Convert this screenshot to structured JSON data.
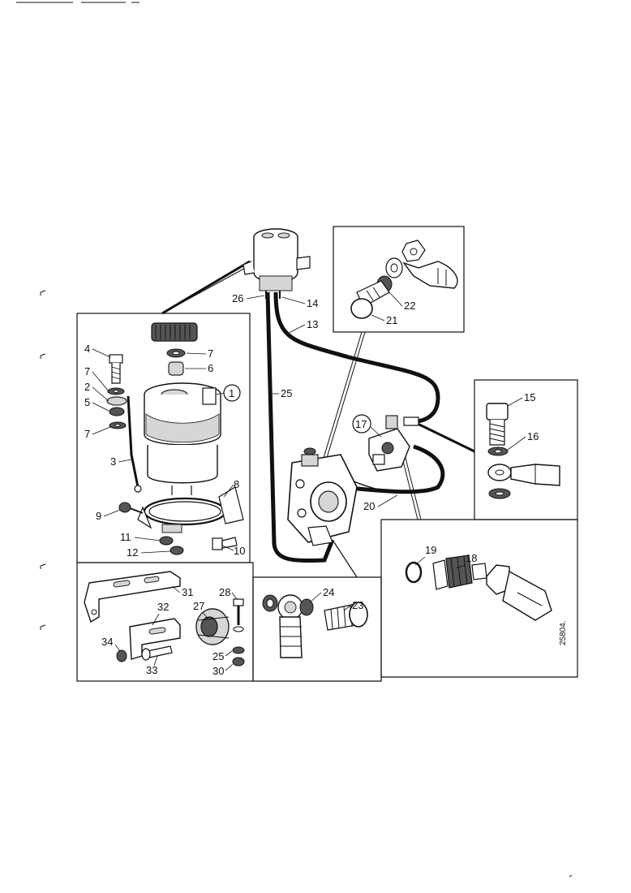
{
  "drawing_code": "25804.",
  "callouts": {
    "c1": "1",
    "c2": "2",
    "c3": "3",
    "c4": "4",
    "c5": "5",
    "c6": "6",
    "c7a": "7",
    "c7b": "7",
    "c7c": "7",
    "c8": "8",
    "c9": "9",
    "c10": "10",
    "c11": "11",
    "c12": "12",
    "c13": "13",
    "c14": "14",
    "c15": "15",
    "c16": "16",
    "c17": "17",
    "c18": "18",
    "c19": "19",
    "c20": "20",
    "c21": "21",
    "c22": "22",
    "c23": "23",
    "c24": "24",
    "c25": "25",
    "c25b": "25",
    "c26": "26",
    "c27": "27",
    "c28": "28",
    "c30": "30",
    "c31": "31",
    "c32": "32",
    "c33": "33",
    "c34": "34"
  },
  "colors": {
    "ink": "#111111",
    "paper": "#ffffff",
    "shade": "#d6d6d6"
  }
}
